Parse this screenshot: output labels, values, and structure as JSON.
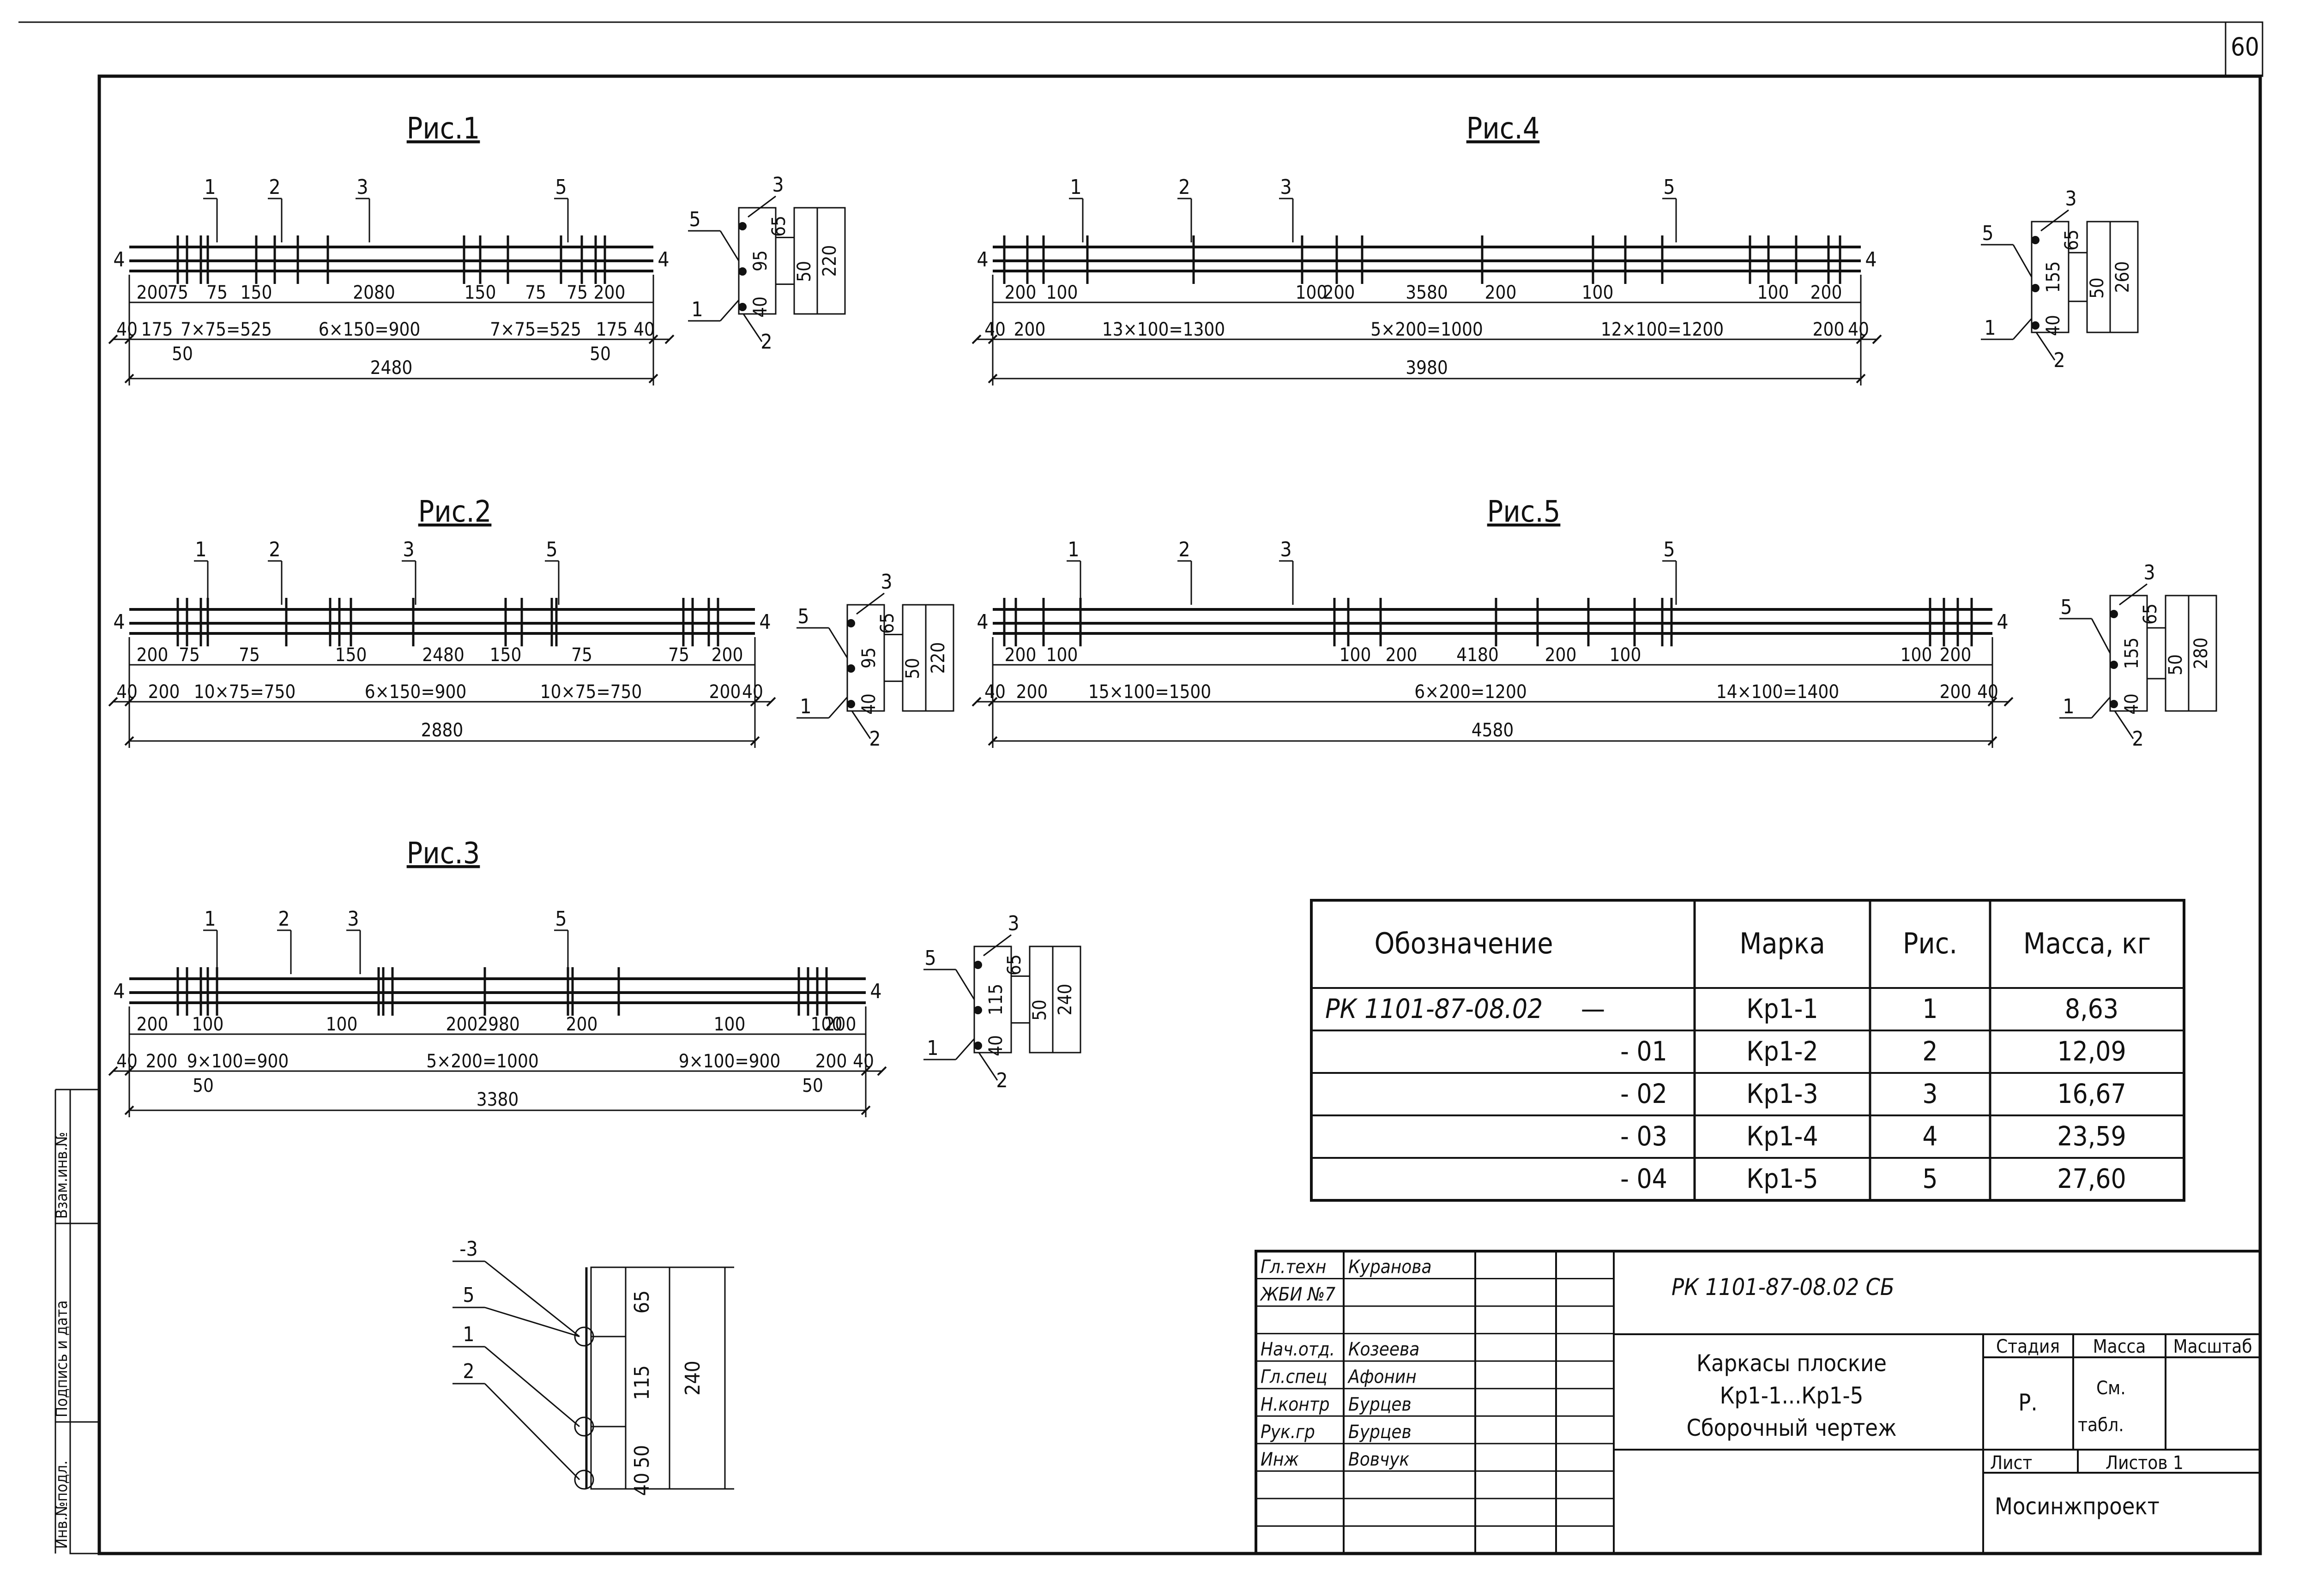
{
  "sheet_number": "60",
  "figures": [
    {
      "title": "Рис.1",
      "callouts": [
        "1",
        "2",
        "3",
        "5"
      ],
      "end_marks": [
        "4",
        "4"
      ],
      "top_dims": [
        "200",
        "75",
        "75",
        "150",
        "2080",
        "150",
        "75",
        "75",
        "200"
      ],
      "bottom_dims": [
        "40",
        "175",
        "7×75=525",
        "6×150=900",
        "7×75=525",
        "175",
        "40"
      ],
      "sub_dims": [
        "50",
        "50"
      ],
      "overall": "2480",
      "section": {
        "callouts": [
          "3",
          "5",
          "1",
          "2"
        ],
        "dims": [
          "65",
          "95",
          "40",
          "50",
          "220"
        ]
      }
    },
    {
      "title": "Рис.2",
      "callouts": [
        "1",
        "2",
        "3",
        "5"
      ],
      "end_marks": [
        "4",
        "4"
      ],
      "top_dims": [
        "200",
        "75",
        "75",
        "150",
        "2480",
        "150",
        "75",
        "75",
        "200"
      ],
      "bottom_dims": [
        "40",
        "200",
        "10×75=750",
        "6×150=900",
        "10×75=750",
        "200",
        "40"
      ],
      "sub_dims": [],
      "overall": "2880",
      "section": {
        "callouts": [
          "3",
          "5",
          "1",
          "2"
        ],
        "dims": [
          "65",
          "95",
          "40",
          "50",
          "220"
        ]
      }
    },
    {
      "title": "Рис.3",
      "callouts": [
        "1",
        "2",
        "3",
        "5"
      ],
      "end_marks": [
        "4",
        "4"
      ],
      "top_dims": [
        "200",
        "100",
        "100",
        "200",
        "2980",
        "200",
        "100",
        "100",
        "200"
      ],
      "bottom_dims": [
        "40",
        "200",
        "9×100=900",
        "5×200=1000",
        "9×100=900",
        "200",
        "40"
      ],
      "sub_dims": [
        "50",
        "50"
      ],
      "overall": "3380",
      "section": {
        "callouts": [
          "3",
          "5",
          "1",
          "2"
        ],
        "dims": [
          "65",
          "115",
          "40",
          "50",
          "240"
        ]
      }
    },
    {
      "title": "Рис.4",
      "callouts": [
        "1",
        "2",
        "3",
        "5"
      ],
      "end_marks": [
        "4",
        "4"
      ],
      "top_dims": [
        "200",
        "100",
        "100",
        "200",
        "3580",
        "200",
        "100",
        "100",
        "200"
      ],
      "bottom_dims": [
        "40",
        "200",
        "13×100=1300",
        "5×200=1000",
        "12×100=1200",
        "200",
        "40"
      ],
      "sub_dims": [],
      "overall": "3980",
      "section": {
        "callouts": [
          "3",
          "5",
          "1",
          "2"
        ],
        "dims": [
          "65",
          "155",
          "40",
          "50",
          "260"
        ]
      }
    },
    {
      "title": "Рис.5",
      "callouts": [
        "1",
        "2",
        "3",
        "5"
      ],
      "end_marks": [
        "4",
        "4"
      ],
      "top_dims": [
        "200",
        "100",
        "100",
        "200",
        "4180",
        "200",
        "100",
        "100",
        "200"
      ],
      "bottom_dims": [
        "40",
        "200",
        "15×100=1500",
        "6×200=1200",
        "14×100=1400",
        "200",
        "40"
      ],
      "sub_dims": [],
      "overall": "4580",
      "section": {
        "callouts": [
          "3",
          "5",
          "1",
          "2"
        ],
        "dims": [
          "65",
          "155",
          "40",
          "50",
          "280"
        ]
      }
    }
  ],
  "detail_section": {
    "callouts": [
      "3",
      "5",
      "1",
      "2"
    ],
    "dims": [
      "65",
      "115",
      "50",
      "40"
    ],
    "overall": "240"
  },
  "spec_table": {
    "headers": [
      "Обозначение",
      "Марка",
      "Рис.",
      "Масса, кг"
    ],
    "rows": [
      [
        "РК 1101-87-08.02",
        "—",
        "Кр1-1",
        "1",
        "8,63"
      ],
      [
        "",
        "- 01",
        "Кр1-2",
        "2",
        "12,09"
      ],
      [
        "",
        "- 02",
        "Кр1-3",
        "3",
        "16,67"
      ],
      [
        "",
        "- 03",
        "Кр1-4",
        "4",
        "23,59"
      ],
      [
        "",
        "- 04",
        "Кр1-5",
        "5",
        "27,60"
      ]
    ]
  },
  "title_block": {
    "code": "РК 1101-87-08.02 СБ",
    "title_lines": [
      "Каркасы плоские",
      "Кр1-1...Кр1-5",
      "Сборочный чертеж"
    ],
    "roles": [
      "Гл.техн",
      "ЖБИ №7",
      "",
      "Нач.отд.",
      "Гл.спец",
      "Н.контр",
      "Рук.гр",
      "Инж"
    ],
    "names": [
      "Куранова",
      "",
      "",
      "Козеева",
      "Афонин",
      "Бурцев",
      "Бурцев",
      "Вовчук"
    ],
    "stage_header": "Стадия",
    "mass_header": "Масса",
    "scale_header": "Масштаб",
    "stage_value": "Р.",
    "mass_value_1": "См.",
    "mass_value_2": "табл.",
    "sheet_label": "Лист",
    "sheets_label": "Листов 1",
    "organization": "Мосинжпроект"
  },
  "side_stamp": [
    "Взам.инв.№",
    "Подпись и дата",
    "Инв.№подл."
  ]
}
